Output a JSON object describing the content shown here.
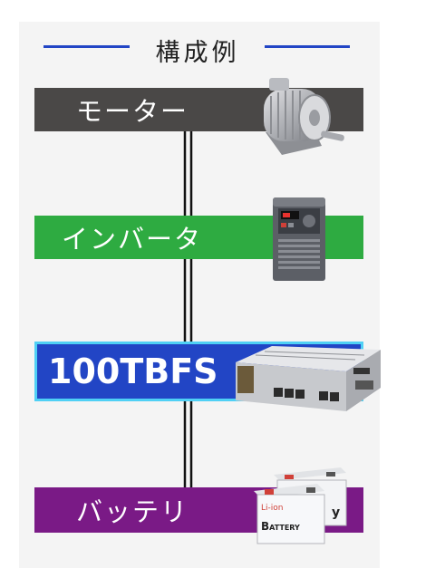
{
  "header": {
    "title": "構成例"
  },
  "components": [
    {
      "label": "モーター",
      "icon": "motor-icon"
    },
    {
      "label": "インバータ",
      "icon": "inverter-icon"
    },
    {
      "label": "100TBFS",
      "icon": "power-supply-icon"
    },
    {
      "label": "バッテリ",
      "icon": "battery-icon"
    }
  ],
  "battery_image": {
    "brand": "Li-ion",
    "text": "Battery",
    "back_letter": "y"
  },
  "colors": {
    "header_line": "#2245c5",
    "motor_bar": "#4a4847",
    "inverter_bar": "#2eab41",
    "product_bar": "#2245c5",
    "product_border": "#4fd0f5",
    "battery_bar": "#7a1a86"
  }
}
